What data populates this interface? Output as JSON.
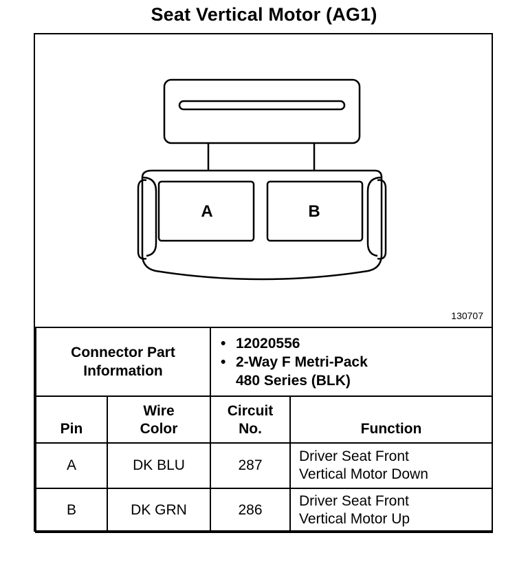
{
  "title": "Seat Vertical Motor (AG1)",
  "figure_number": "130707",
  "connector": {
    "pins": [
      "A",
      "B"
    ]
  },
  "part_info": {
    "label_line1": "Connector Part",
    "label_line2": "Information",
    "items": [
      "12020556",
      "2-Way F Metri-Pack",
      "480 Series (BLK)"
    ]
  },
  "columns": {
    "pin": "Pin",
    "wire_color_1": "Wire",
    "wire_color_2": "Color",
    "circuit_1": "Circuit",
    "circuit_2": "No.",
    "function": "Function"
  },
  "rows": [
    {
      "pin": "A",
      "wire": "DK BLU",
      "circuit": "287",
      "function_1": "Driver Seat Front",
      "function_2": "Vertical Motor Down"
    },
    {
      "pin": "B",
      "wire": "DK GRN",
      "circuit": "286",
      "function_1": "Driver Seat Front",
      "function_2": "Vertical Motor Up"
    }
  ]
}
